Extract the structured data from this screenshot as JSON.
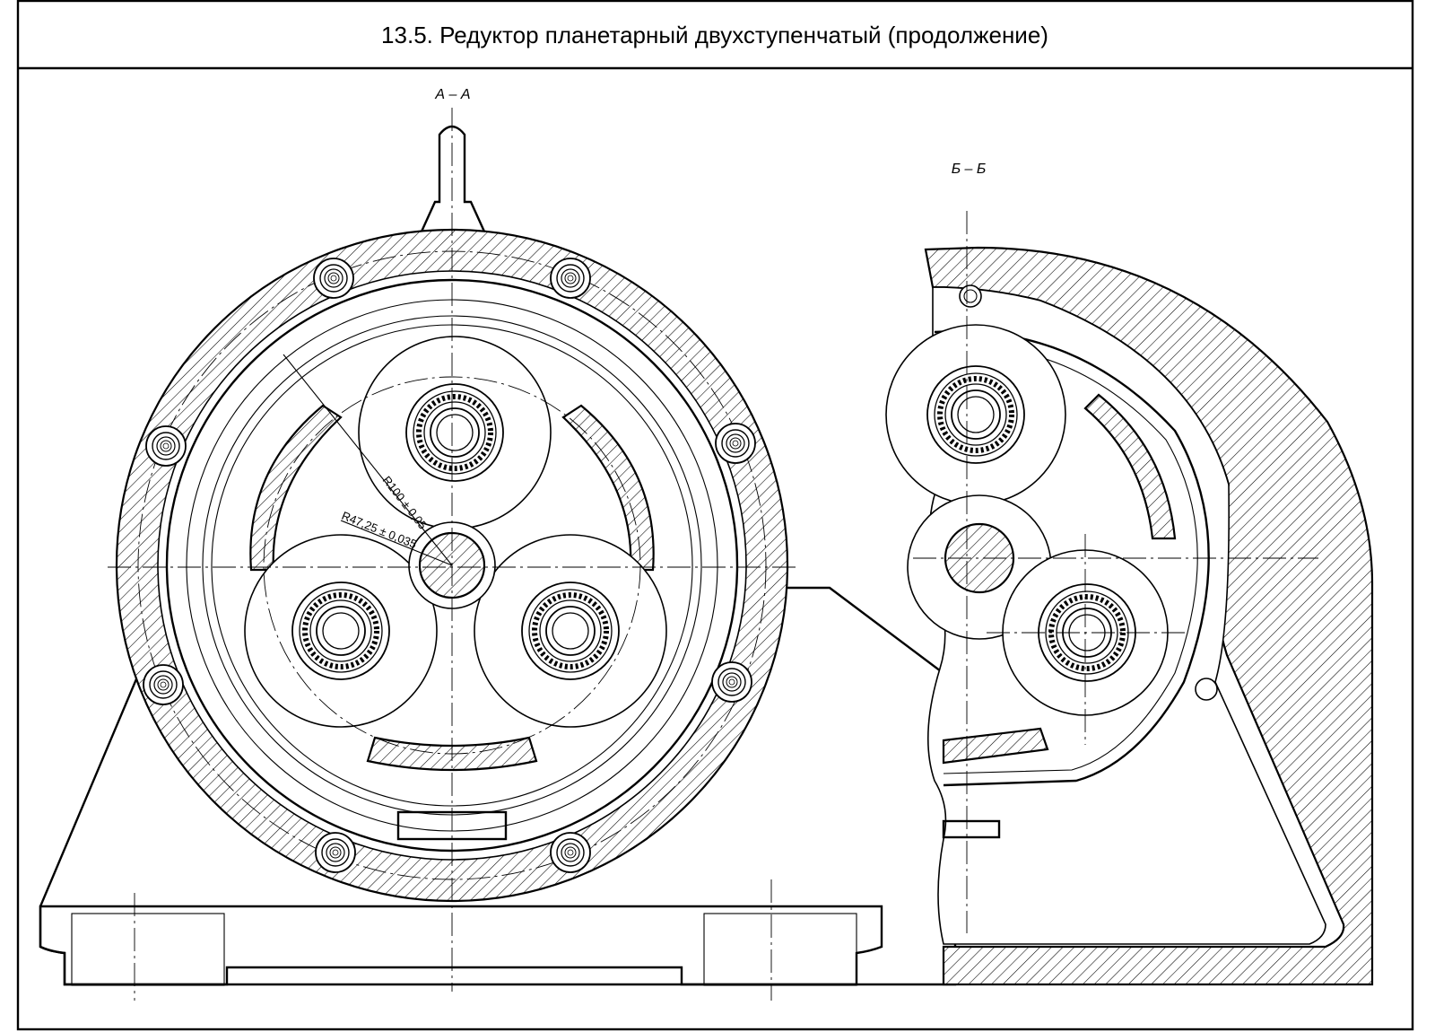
{
  "title": "13.5. Редуктор  планетарный двухступенчатый (продолжение)",
  "views": {
    "section_a": {
      "label": "А – А"
    },
    "section_b": {
      "label": "Б – Б"
    }
  },
  "dimensions": {
    "r1": "R100 ± 0,05",
    "r2": "R47,25 ± 0,035"
  }
}
